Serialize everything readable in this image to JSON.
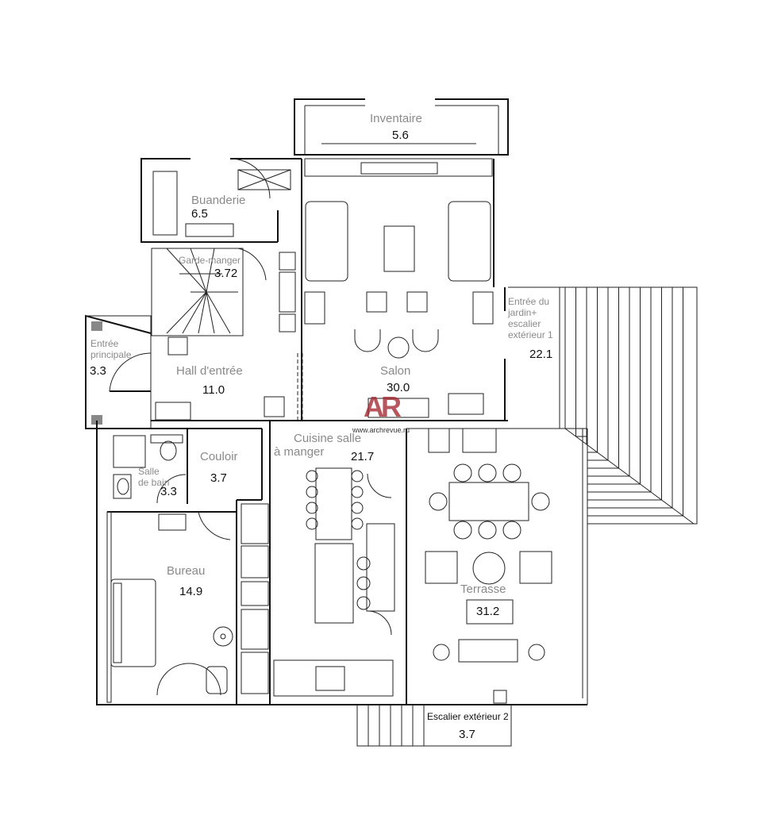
{
  "plan": {
    "rooms": [
      {
        "name": "Inventaire",
        "area": "5.6"
      },
      {
        "name": "Buanderie",
        "area": "6.5"
      },
      {
        "name": "Garde-manger",
        "area": "3.72"
      },
      {
        "name": "Entrée principale",
        "area": "3.3"
      },
      {
        "name": "Hall d'entrée",
        "area": "11.0"
      },
      {
        "name": "Salon",
        "area": "30.0"
      },
      {
        "name": "Entrée du jardin+ escalier extérieur 1",
        "area": "22.1"
      },
      {
        "name": "Cuisine salle à manger",
        "area": "21.7"
      },
      {
        "name": "Couloir",
        "area": "3.7"
      },
      {
        "name": "Salle de bain",
        "area": "3.3"
      },
      {
        "name": "Bureau",
        "area": "14.9"
      },
      {
        "name": "Terrasse",
        "area": "31.2"
      },
      {
        "name": "Escalier extérieur 2",
        "area": "3.7"
      }
    ],
    "watermark": {
      "logo": "AR",
      "url": "www.archrevue.ru"
    }
  }
}
